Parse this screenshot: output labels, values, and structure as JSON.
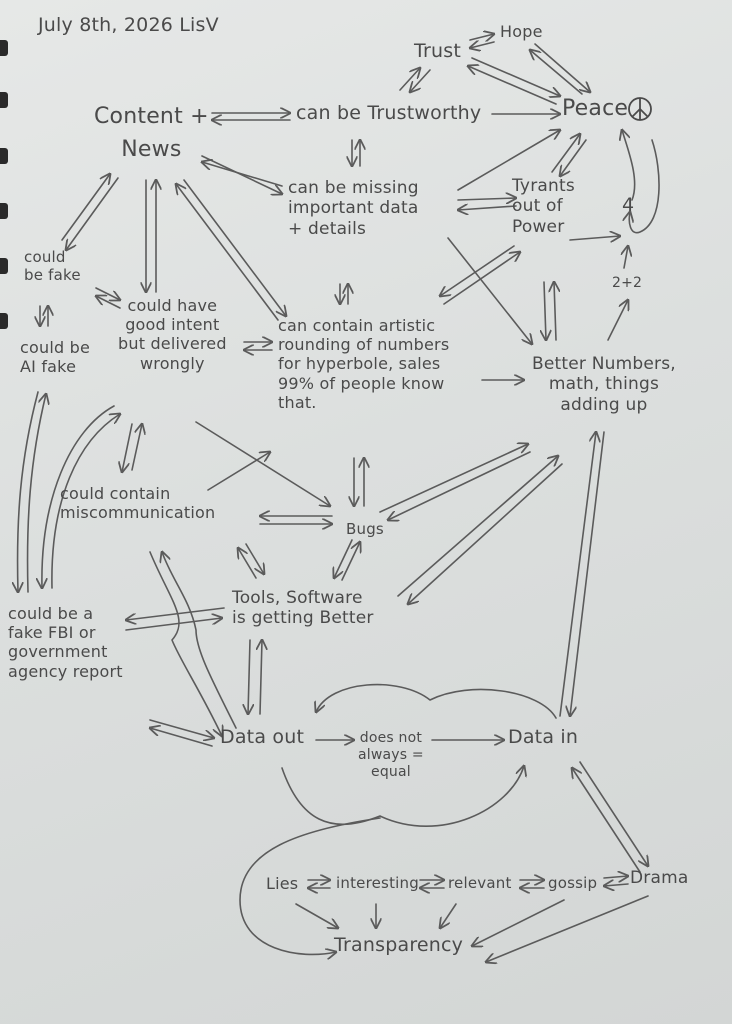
{
  "header": {
    "date_author": "July 8th, 2026 LisV"
  },
  "nodes": {
    "trust": "Trust",
    "hope": "Hope",
    "peace": "Peace",
    "content_news": "Content +\nNews",
    "trustworthy": "can be Trustworthy",
    "missing_data": "can be missing\nimportant data\n+ details",
    "tyrants": "Tyrants\nout of\nPower",
    "four": "4",
    "two_plus_two": "2+2",
    "could_be_fake": "could\nbe fake",
    "could_be_ai_fake": "could be\nAI fake",
    "good_intent": "could have\ngood intent\nbut delivered\nwrongly",
    "artistic_rounding": "can contain artistic\nrounding of numbers\nfor hyperbole, sales\n99% of people know\nthat.",
    "better_numbers": "Better Numbers,\nmath, things\nadding up",
    "miscommunication": "could contain\nmiscommunication",
    "bugs": "Bugs",
    "tools_software": "Tools, Software\nis getting Better",
    "fake_fbi": "could be a\nfake FBI or\ngovernment\nagency report",
    "data_out": "Data out",
    "does_not_equal": "does not\nalways =\nequal",
    "data_in": "Data in",
    "lies": "Lies",
    "interesting": "interesting",
    "relevant": "relevant",
    "gossip": "gossip",
    "drama": "Drama",
    "transparency": "Transparency"
  },
  "icons": {
    "peace": "peace-symbol-icon"
  },
  "colors": {
    "ink": "#4a4a4a",
    "paper": "#e1e3e2"
  }
}
